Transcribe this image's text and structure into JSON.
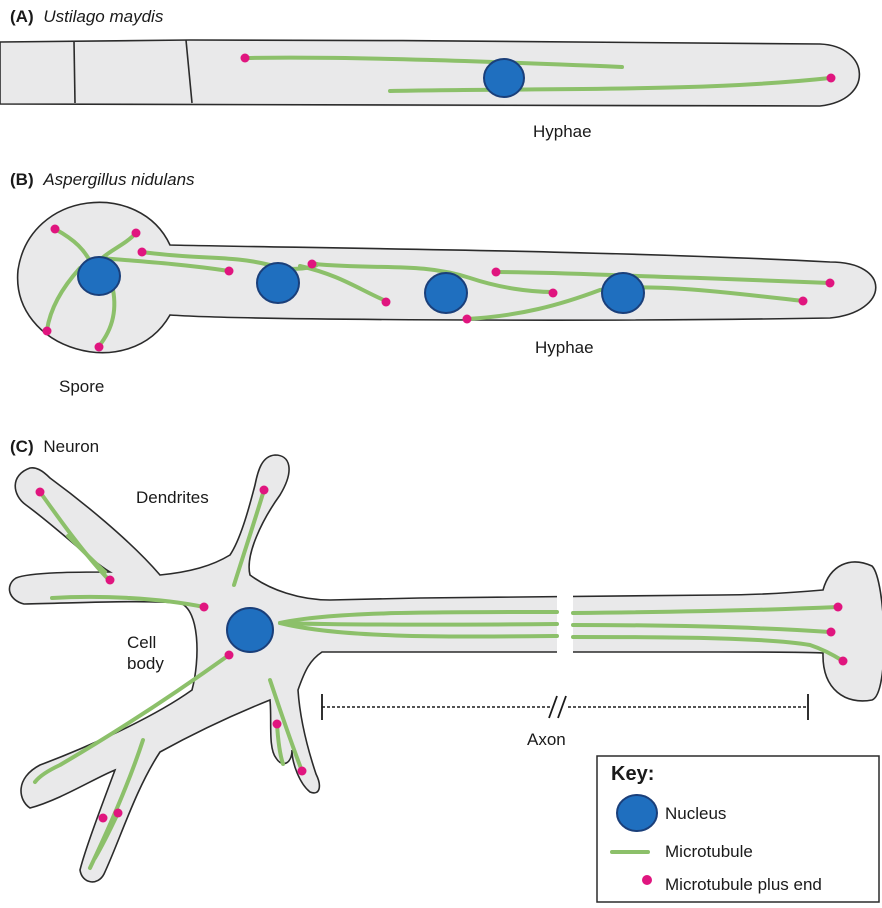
{
  "panels": {
    "a": {
      "letter": "(A)",
      "organism": "Ustilago maydis",
      "hyphae_label": "Hyphae"
    },
    "b": {
      "letter": "(B)",
      "organism": "Aspergillus nidulans",
      "hyphae_label": "Hyphae",
      "spore_label": "Spore"
    },
    "c": {
      "letter": "(C)",
      "organism": "Neuron",
      "dendrites_label": "Dendrites",
      "cell_body_line1": "Cell",
      "cell_body_line2": "body",
      "axon_label": "Axon"
    }
  },
  "key": {
    "title": "Key:",
    "items": [
      {
        "label": "Nucleus",
        "icon": "nucleus-icon"
      },
      {
        "label": "Microtubule",
        "icon": "microtubule-icon"
      },
      {
        "label": "Microtubule plus end",
        "icon": "plus-end-icon"
      }
    ]
  },
  "colors": {
    "cytoplasm": "#e9e9ea",
    "microtubule": "#8cc06a",
    "nucleus": "#1f6fbf",
    "plus_end": "#e0157f",
    "outline": "#2b2b2b"
  }
}
